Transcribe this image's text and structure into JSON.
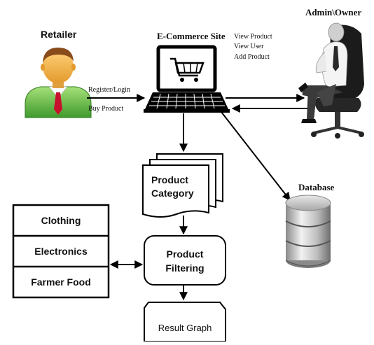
{
  "actors": {
    "retailer": "Retailer",
    "admin": "Admin\\Owner",
    "site": "E-Commerce Site",
    "database": "Database"
  },
  "retailer_actions": {
    "register": "Register/Login",
    "buy": "Buy Product"
  },
  "admin_actions": {
    "view_product": "View Product",
    "view_user": "View User",
    "add_product": "Add Product"
  },
  "product_category": {
    "line1": "Product",
    "line2": "Category"
  },
  "product_filtering": {
    "line1": "Product",
    "line2": "Filtering"
  },
  "categories": {
    "clothing": "Clothing",
    "electronics": "Electronics",
    "farmer_food": "Farmer Food"
  },
  "result": "Result Graph",
  "icons": {
    "retailer": "person-icon",
    "site": "laptop-shopping-cart-icon",
    "admin": "businessman-chair-icon",
    "database": "database-icon"
  },
  "colors": {
    "skin": "#f2b54a",
    "shirt": "#6cc24a",
    "tie": "#c8102e",
    "db_silver": "#b8b8b8"
  }
}
